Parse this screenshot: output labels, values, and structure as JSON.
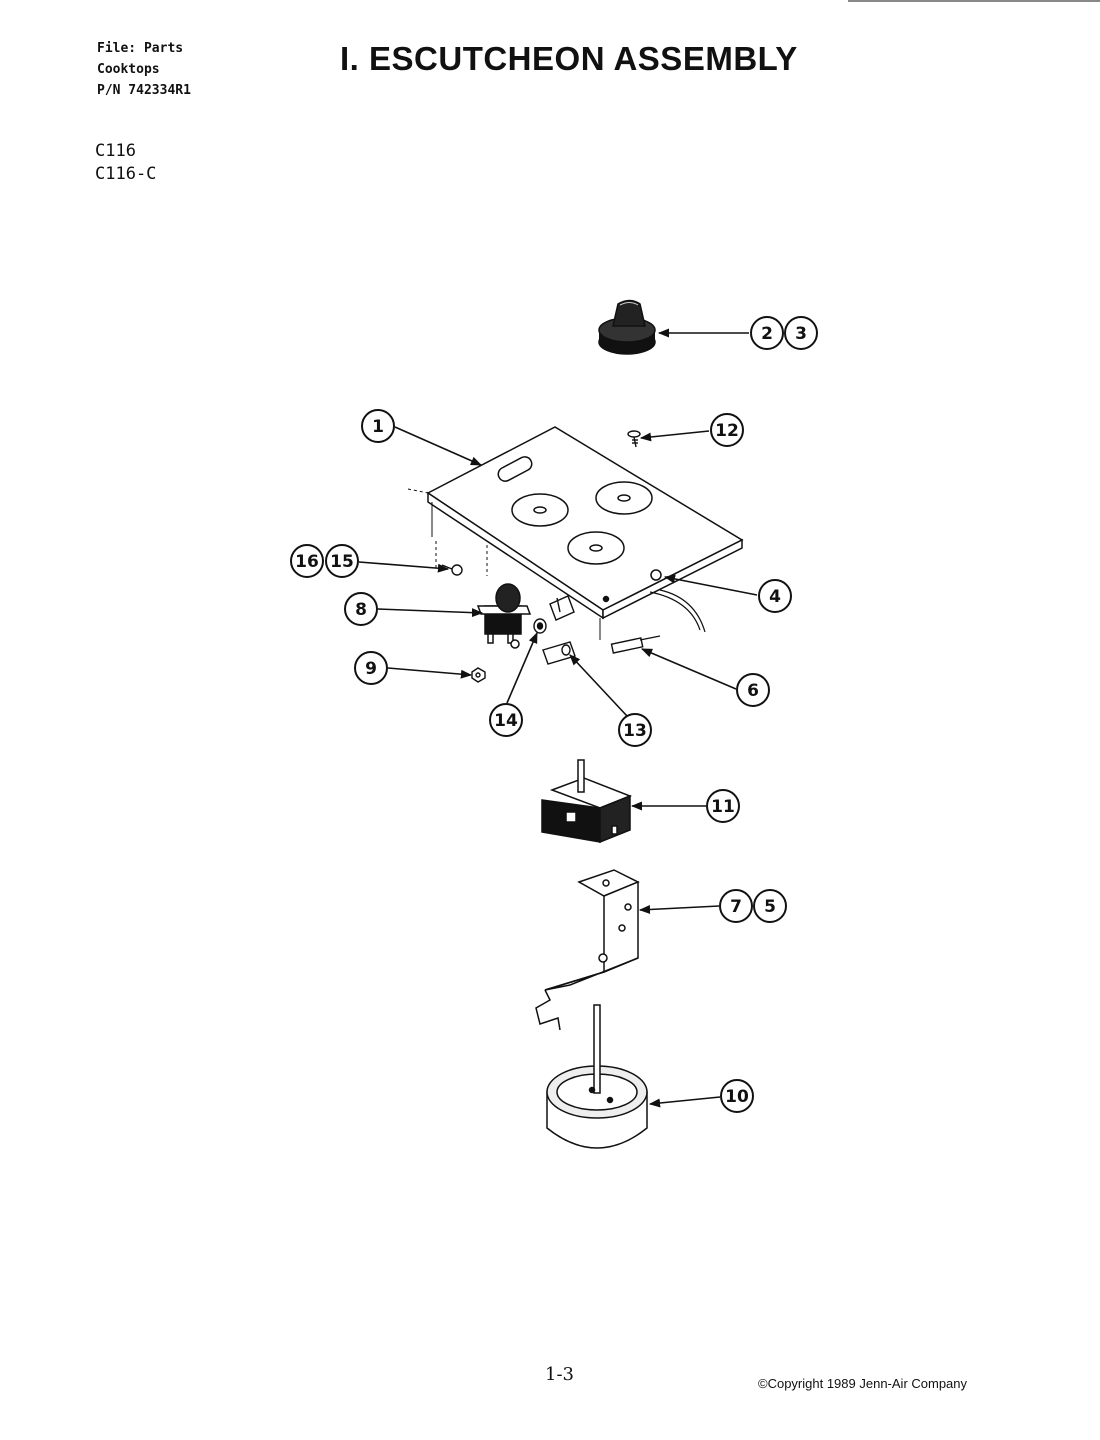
{
  "header": {
    "file_line": "File: Parts",
    "category_line": "Cooktops",
    "part_number_line": "P/N 742334R1",
    "title": "I. ESCUTCHEON ASSEMBLY"
  },
  "models": [
    "C116",
    "C116-C"
  ],
  "callouts": [
    {
      "id": "c2",
      "label": "2"
    },
    {
      "id": "c3",
      "label": "3"
    },
    {
      "id": "c1",
      "label": "1"
    },
    {
      "id": "c12",
      "label": "12"
    },
    {
      "id": "c16",
      "label": "16"
    },
    {
      "id": "c15",
      "label": "15"
    },
    {
      "id": "c4",
      "label": "4"
    },
    {
      "id": "c8",
      "label": "8"
    },
    {
      "id": "c9",
      "label": "9"
    },
    {
      "id": "c6",
      "label": "6"
    },
    {
      "id": "c14",
      "label": "14"
    },
    {
      "id": "c13",
      "label": "13"
    },
    {
      "id": "c11",
      "label": "11"
    },
    {
      "id": "c7",
      "label": "7"
    },
    {
      "id": "c5",
      "label": "5"
    },
    {
      "id": "c10",
      "label": "10"
    }
  ],
  "footer": {
    "page_number": "1-3",
    "copyright": "©Copyright 1989 Jenn-Air Company"
  }
}
